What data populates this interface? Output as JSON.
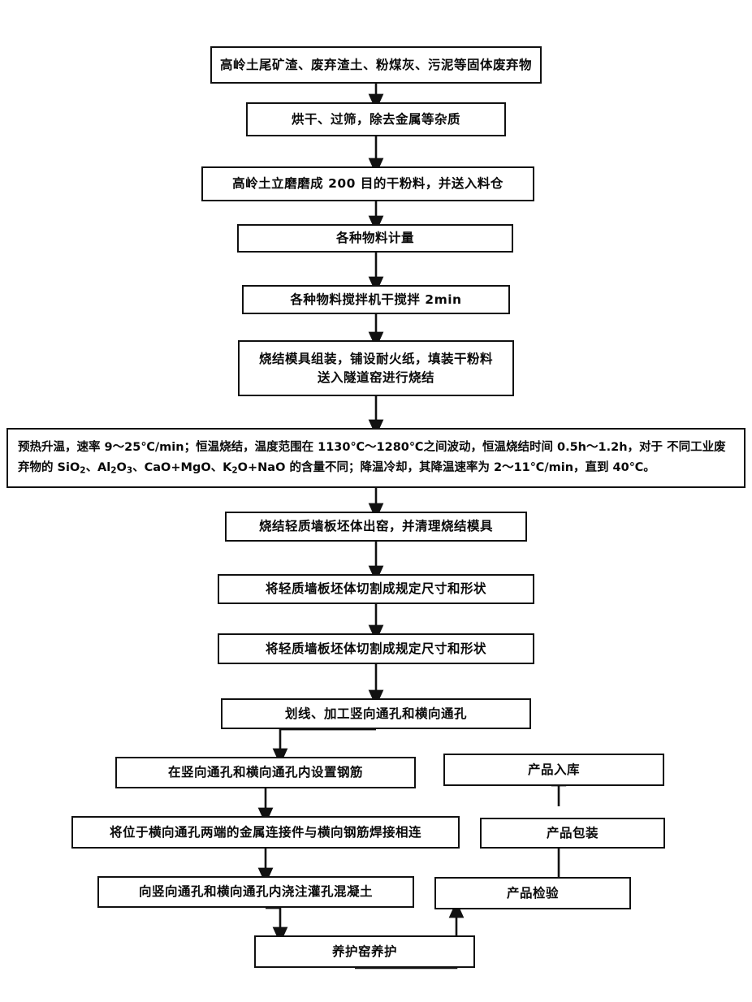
{
  "diagram": {
    "title_present": false,
    "colors": {
      "line": "#111111",
      "text": "#0a0a0a",
      "background": "#ffffff"
    },
    "nodes": [
      {
        "id": "n1",
        "label": "高岭土尾矿渣、废弃渣土、粉煤灰、污泥等固体废弃物"
      },
      {
        "id": "n2",
        "label": "烘干、过筛，除去金属等杂质"
      },
      {
        "id": "n3",
        "label": "高岭土立磨磨成 200 目的干粉料，并送入料仓"
      },
      {
        "id": "n4",
        "label": "各种物料计量"
      },
      {
        "id": "n5",
        "label": "各种物料搅拌机干搅拌 2min"
      },
      {
        "id": "n6",
        "label": "烧结模具组装，铺设耐火纸，填装干粉料\n送入隧道窑进行烧结"
      },
      {
        "id": "n7",
        "label": "预热升温，速率 9～25℃/min；恒温烧结，温度范围在 1130℃～1280℃之间波动，恒温烧结时间 0.5h～1.2h，对于不同工业废弃物的 SiO2、Al2O3、CaO+MgO、K2O+NaO 的含量不同；降温冷却，其降温速率为 2～11℃/min，直到 40℃。"
      },
      {
        "id": "n8",
        "label": "烧结轻质墙板坯体出窑，并清理烧结模具"
      },
      {
        "id": "n9",
        "label": "将轻质墙板坯体切割成规定尺寸和形状"
      },
      {
        "id": "n10",
        "label": "将轻质墙板坯体切割成规定尺寸和形状"
      },
      {
        "id": "n11",
        "label": "划线、加工竖向通孔和横向通孔"
      },
      {
        "id": "n12",
        "label": "在竖向通孔和横向通孔内设置钢筋"
      },
      {
        "id": "n13",
        "label": "将位于横向通孔两端的金属连接件与横向钢筋焊接相连"
      },
      {
        "id": "n14",
        "label": "向竖向通孔和横向通孔内浇注灌孔混凝土"
      },
      {
        "id": "n15",
        "label": "养护窑养护"
      },
      {
        "id": "n16",
        "label": "产品检验"
      },
      {
        "id": "n17",
        "label": "产品包装"
      },
      {
        "id": "n18",
        "label": "产品入库"
      }
    ],
    "paragraph_lines": [
      "预热升温，速率 9～25℃/min；恒温烧结，温度范围在 1130℃～1280℃之间波动，恒温烧结时间 0.5h～1.2h，对于",
      "不同工业废弃物的 SiO₂、Al₂O₃、CaO+MgO、K₂O+NaO 的含量不同；降温冷却，其降温速率为 2～11℃/min，直到 40℃。"
    ],
    "edges": [
      {
        "from": "n1",
        "to": "n2"
      },
      {
        "from": "n2",
        "to": "n3"
      },
      {
        "from": "n3",
        "to": "n4"
      },
      {
        "from": "n4",
        "to": "n5"
      },
      {
        "from": "n5",
        "to": "n6"
      },
      {
        "from": "n6",
        "to": "n7"
      },
      {
        "from": "n7",
        "to": "n8"
      },
      {
        "from": "n8",
        "to": "n9"
      },
      {
        "from": "n9",
        "to": "n10"
      },
      {
        "from": "n10",
        "to": "n11"
      },
      {
        "from": "n11",
        "to": "n12"
      },
      {
        "from": "n12",
        "to": "n13"
      },
      {
        "from": "n13",
        "to": "n14"
      },
      {
        "from": "n14",
        "to": "n15"
      },
      {
        "from": "n15",
        "to": "n16"
      },
      {
        "from": "n16",
        "to": "n17"
      },
      {
        "from": "n17",
        "to": "n18"
      }
    ]
  }
}
